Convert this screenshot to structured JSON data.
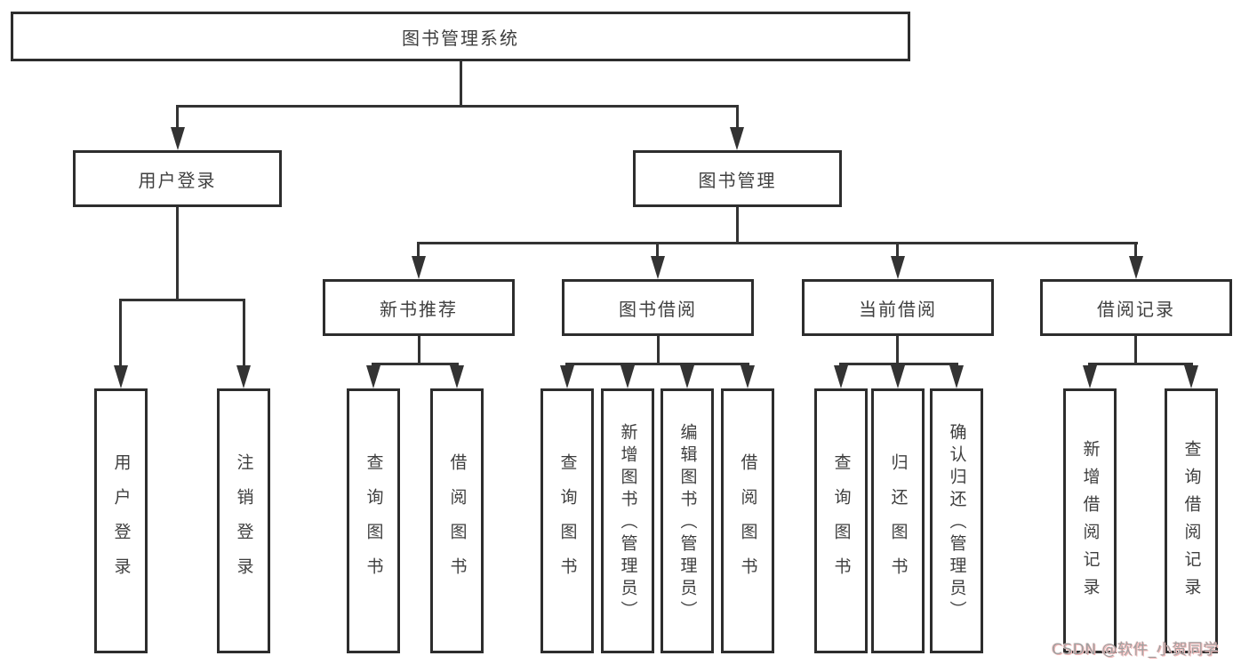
{
  "tree": {
    "label": "图书管理系统",
    "children": [
      {
        "label": "用户登录",
        "children": [
          {
            "label": "用户登录"
          },
          {
            "label": "注销登录"
          }
        ]
      },
      {
        "label": "图书管理",
        "children": [
          {
            "label": "新书推荐",
            "children": [
              {
                "label": "查询图书"
              },
              {
                "label": "借阅图书"
              }
            ]
          },
          {
            "label": "图书借阅",
            "children": [
              {
                "label": "查询图书"
              },
              {
                "label": "新增图书（管理员）"
              },
              {
                "label": "编辑图书（管理员）"
              },
              {
                "label": "借阅图书"
              }
            ]
          },
          {
            "label": "当前借阅",
            "children": [
              {
                "label": "查询图书"
              },
              {
                "label": "归还图书"
              },
              {
                "label": "确认归还（管理员）"
              }
            ]
          },
          {
            "label": "借阅记录",
            "children": [
              {
                "label": "新增借阅记录"
              },
              {
                "label": "查询借阅记录"
              }
            ]
          }
        ]
      }
    ]
  },
  "watermark": {
    "text": "CSDN @软件_小贺同学"
  },
  "colors": {
    "line": "#333333",
    "box_border": "#2d2d2d",
    "text": "#3f3f3f",
    "watermark_text": "#9f9f9f",
    "watermark_shadow": "#f3b6b6",
    "background": "#ffffff"
  }
}
